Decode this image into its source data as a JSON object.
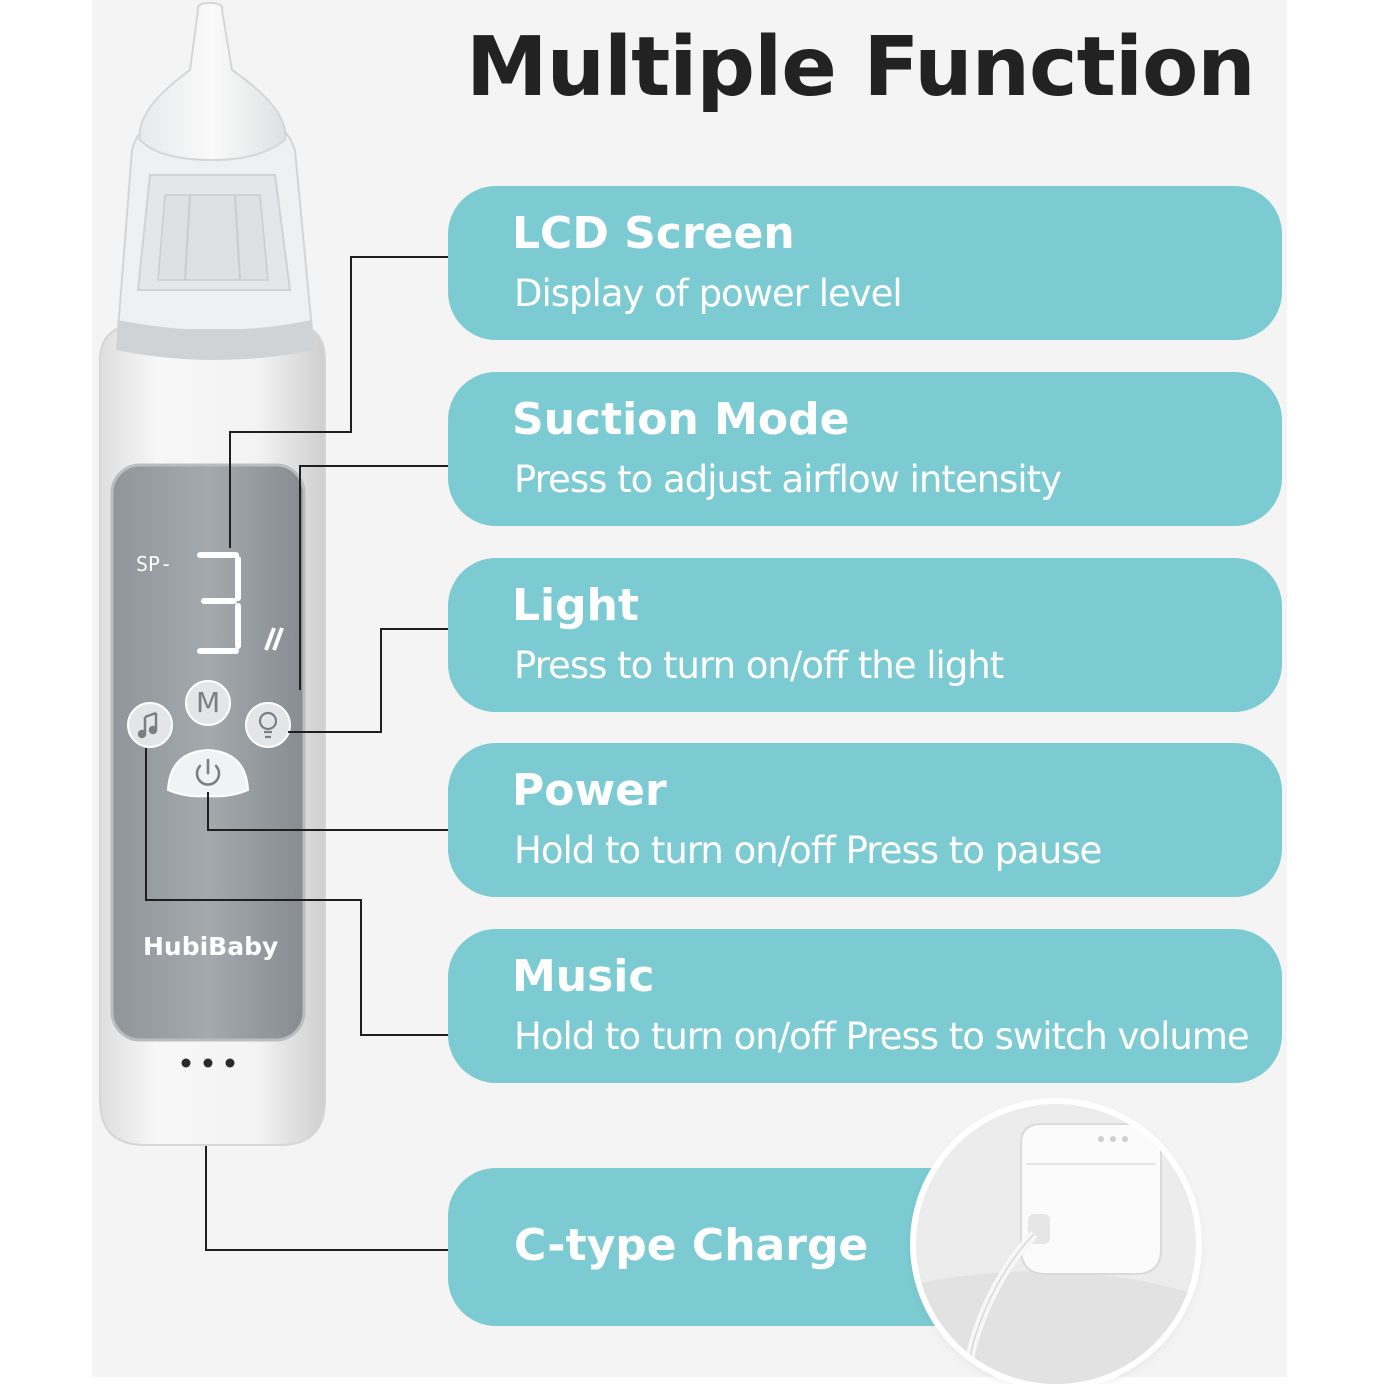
{
  "title": "Multiple Function",
  "features": [
    {
      "title": "LCD Screen",
      "desc": "Display of power level"
    },
    {
      "title": "Suction Mode",
      "desc": "Press to adjust airflow intensity"
    },
    {
      "title": "Light",
      "desc": "Press to turn on/off the light"
    },
    {
      "title": "Power",
      "desc": "Hold to turn on/off Press to pause"
    },
    {
      "title": "Music",
      "desc": "Hold to turn on/off Press to switch volume"
    }
  ],
  "charge": {
    "title": "C-type Charge"
  },
  "device": {
    "brand": "HubiBaby",
    "lcd_prefix": "SP-",
    "lcd_level": "3",
    "mode_button": "M"
  },
  "colors": {
    "card": "#7ccbd2",
    "title": "#222222",
    "panel": "#f4f4f4"
  },
  "icons": [
    "music-note-icon",
    "light-bulb-icon",
    "power-icon"
  ]
}
